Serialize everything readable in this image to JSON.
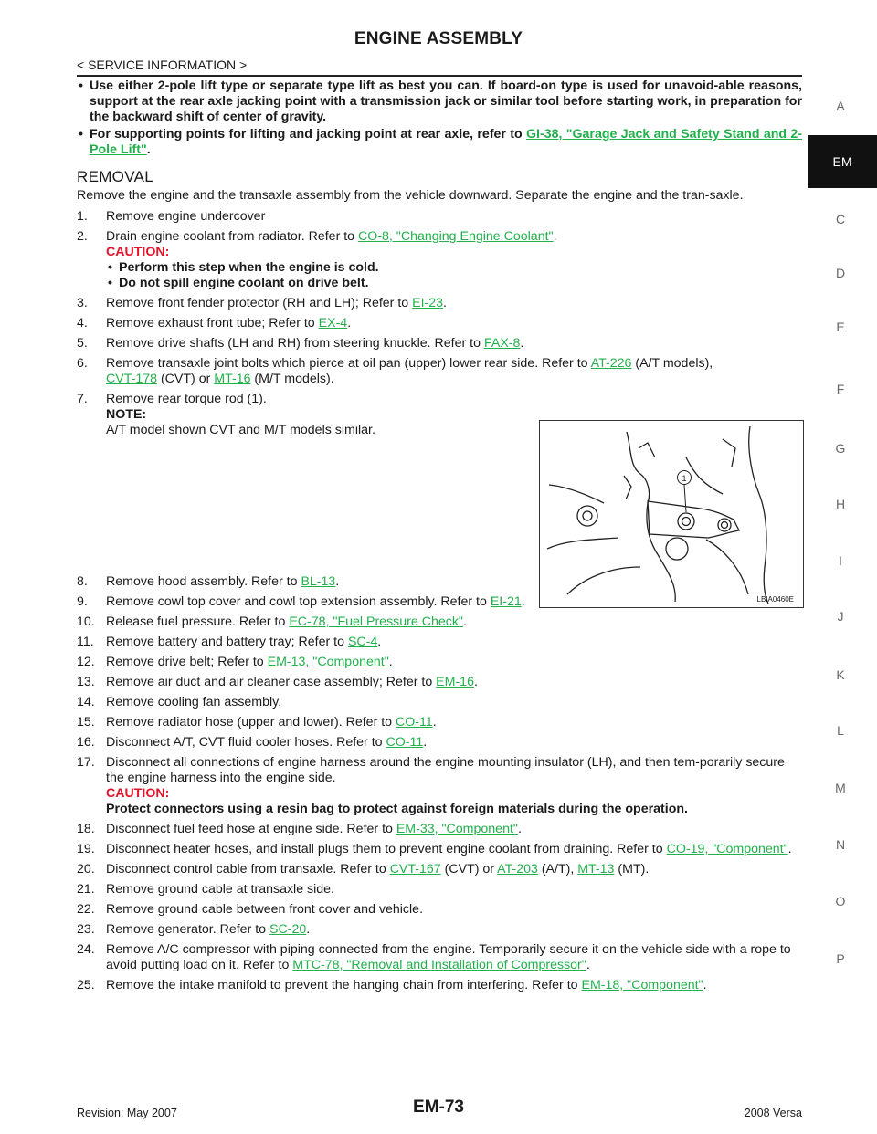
{
  "header": {
    "title": "ENGINE ASSEMBLY",
    "section": "< SERVICE INFORMATION >"
  },
  "side_tabs": {
    "letters": [
      "A",
      "EM",
      "C",
      "D",
      "E",
      "F",
      "G",
      "H",
      "I",
      "J",
      "K",
      "L",
      "M",
      "N",
      "O",
      "P"
    ],
    "active": "EM"
  },
  "intro_bullets": {
    "b1": "Use either 2-pole lift type or separate type lift as best you can. If board-on type is used for unavoid-able reasons, support at the rear axle jacking point with a transmission jack or similar tool before starting work, in preparation for the backward shift of center of gravity.",
    "b2_text": "For supporting points for lifting and jacking point at rear axle, refer to ",
    "b2_link": "GI-38, \"Garage Jack and Safety Stand and 2-Pole Lift\"",
    "b2_end": "."
  },
  "removal": {
    "heading": "REMOVAL",
    "intro": "Remove the engine and the transaxle assembly from the vehicle downward. Separate the engine and the tran-saxle."
  },
  "steps": {
    "s1": {
      "num": "1.",
      "text": "Remove engine undercover"
    },
    "s2": {
      "num": "2.",
      "text": "Drain engine coolant from radiator. Refer to ",
      "link": "CO-8, \"Changing Engine Coolant\"",
      "end": ".",
      "caution": "CAUTION:",
      "bul1": "Perform this step when the engine is cold.",
      "bul2": "Do not spill engine coolant on drive belt."
    },
    "s3": {
      "num": "3.",
      "text": "Remove front fender protector (RH and LH); Refer to ",
      "link": "EI-23",
      "end": "."
    },
    "s4": {
      "num": "4.",
      "text": "Remove exhaust front tube; Refer to ",
      "link": "EX-4",
      "end": "."
    },
    "s5": {
      "num": "5.",
      "text": "Remove drive shafts (LH and RH) from steering knuckle. Refer to ",
      "link": "FAX-8",
      "end": "."
    },
    "s6": {
      "num": "6.",
      "text": "Remove transaxle joint bolts which pierce at oil pan (upper) lower rear side. Refer to ",
      "link": "AT-226",
      "mid": " (A/T models),",
      "link2": "CVT-178",
      "mid2": " (CVT) or ",
      "link3": "MT-16",
      "end": " (M/T models)."
    },
    "s7": {
      "num": "7.",
      "text": "Remove rear torque rod (1).",
      "note": "NOTE:",
      "note_text": "A/T model shown CVT and M/T models similar."
    },
    "s8": {
      "num": "8.",
      "text": "Remove hood assembly. Refer to ",
      "link": "BL-13",
      "end": "."
    },
    "s9": {
      "num": "9.",
      "text": "Remove cowl top cover and cowl top extension assembly. Refer to ",
      "link": "EI-21",
      "end": "."
    },
    "s10": {
      "num": "10.",
      "text": "Release fuel pressure. Refer to ",
      "link": "EC-78, \"Fuel Pressure Check\"",
      "end": "."
    },
    "s11": {
      "num": "11.",
      "text": "Remove battery and battery tray; Refer to ",
      "link": "SC-4",
      "end": "."
    },
    "s12": {
      "num": "12.",
      "text": "Remove drive belt; Refer to ",
      "link": "EM-13, \"Component\"",
      "end": "."
    },
    "s13": {
      "num": "13.",
      "text": "Remove air duct and air cleaner case assembly; Refer to ",
      "link": "EM-16",
      "end": "."
    },
    "s14": {
      "num": "14.",
      "text": "Remove cooling fan assembly."
    },
    "s15": {
      "num": "15.",
      "text": "Remove radiator hose (upper and lower). Refer to ",
      "link": "CO-11",
      "end": "."
    },
    "s16": {
      "num": "16.",
      "text": "Disconnect A/T, CVT fluid cooler hoses. Refer to ",
      "link": "CO-11",
      "end": "."
    },
    "s17": {
      "num": "17.",
      "text": "Disconnect all connections of engine harness around the engine mounting insulator (LH), and then tem-porarily secure the engine harness into the engine side.",
      "caution": "CAUTION:",
      "caution_text": "Protect connectors using a resin bag to protect against foreign materials during the operation."
    },
    "s18": {
      "num": "18.",
      "text": "Disconnect fuel feed hose at engine side. Refer to ",
      "link": "EM-33, \"Component\"",
      "end": "."
    },
    "s19": {
      "num": "19.",
      "text": "Disconnect heater hoses, and install plugs them to prevent engine coolant from draining. Refer to ",
      "link": "CO-19, \"Component\"",
      "end": "."
    },
    "s20": {
      "num": "20.",
      "text": "Disconnect control cable from transaxle. Refer to ",
      "link": "CVT-167",
      "mid": " (CVT) or ",
      "link2": "AT-203",
      "mid2": " (A/T), ",
      "link3": "MT-13",
      "end": " (MT)."
    },
    "s21": {
      "num": "21.",
      "text": "Remove ground cable at transaxle side."
    },
    "s22": {
      "num": "22.",
      "text": "Remove ground cable between front cover and vehicle."
    },
    "s23": {
      "num": "23.",
      "text": "Remove generator. Refer to ",
      "link": "SC-20",
      "end": "."
    },
    "s24": {
      "num": "24.",
      "text": "Remove A/C compressor with piping connected from the engine. Temporarily secure it on the vehicle side with a rope to avoid putting load on it. Refer to ",
      "link": "MTC-78, \"Removal and Installation of Compressor\"",
      "end": "."
    },
    "s25": {
      "num": "25.",
      "text": "Remove the intake manifold to prevent the hanging chain from interfering. Refer to ",
      "link": "EM-18, \"Component\"",
      "end": "."
    }
  },
  "figure": {
    "code": "LBIA0460E",
    "callout": "1"
  },
  "footer": {
    "revision": "Revision: May 2007",
    "page": "EM-73",
    "model": "2008 Versa"
  }
}
